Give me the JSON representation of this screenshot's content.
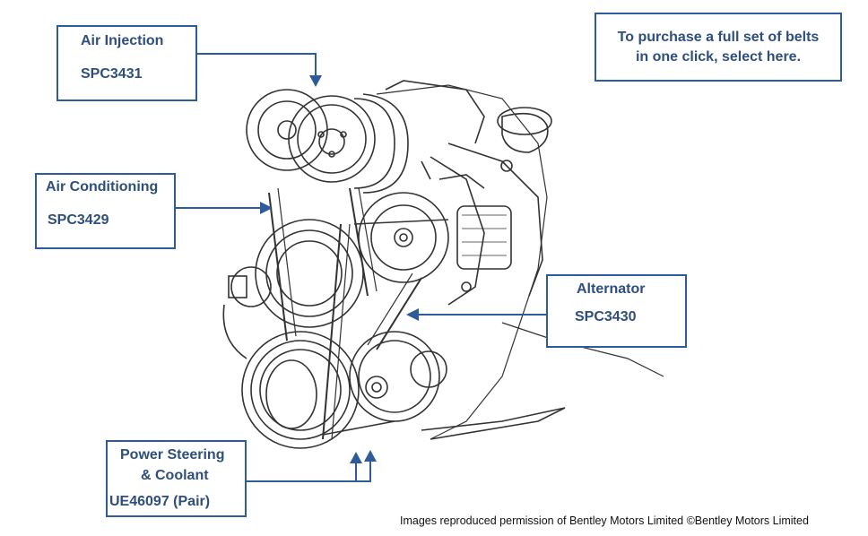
{
  "labels": {
    "air_injection": {
      "title": "Air Injection",
      "part": "SPC3431"
    },
    "air_conditioning": {
      "title": "Air Conditioning",
      "part": "SPC3429"
    },
    "alternator": {
      "title": "Alternator",
      "part": "SPC3430"
    },
    "power_steering": {
      "title_line1": "Power Steering",
      "title_line2": "& Coolant",
      "part": "UE46097 (Pair)"
    }
  },
  "purchase_button": {
    "line1": "To purchase a full set of belts",
    "line2": "in one click, select here."
  },
  "credit": "Images reproduced permission of Bentley Motors Limited ©Bentley Motors Limited",
  "colors": {
    "accent": "#2e5c9a",
    "text": "#2e4f7e",
    "drawing": "#333333"
  }
}
